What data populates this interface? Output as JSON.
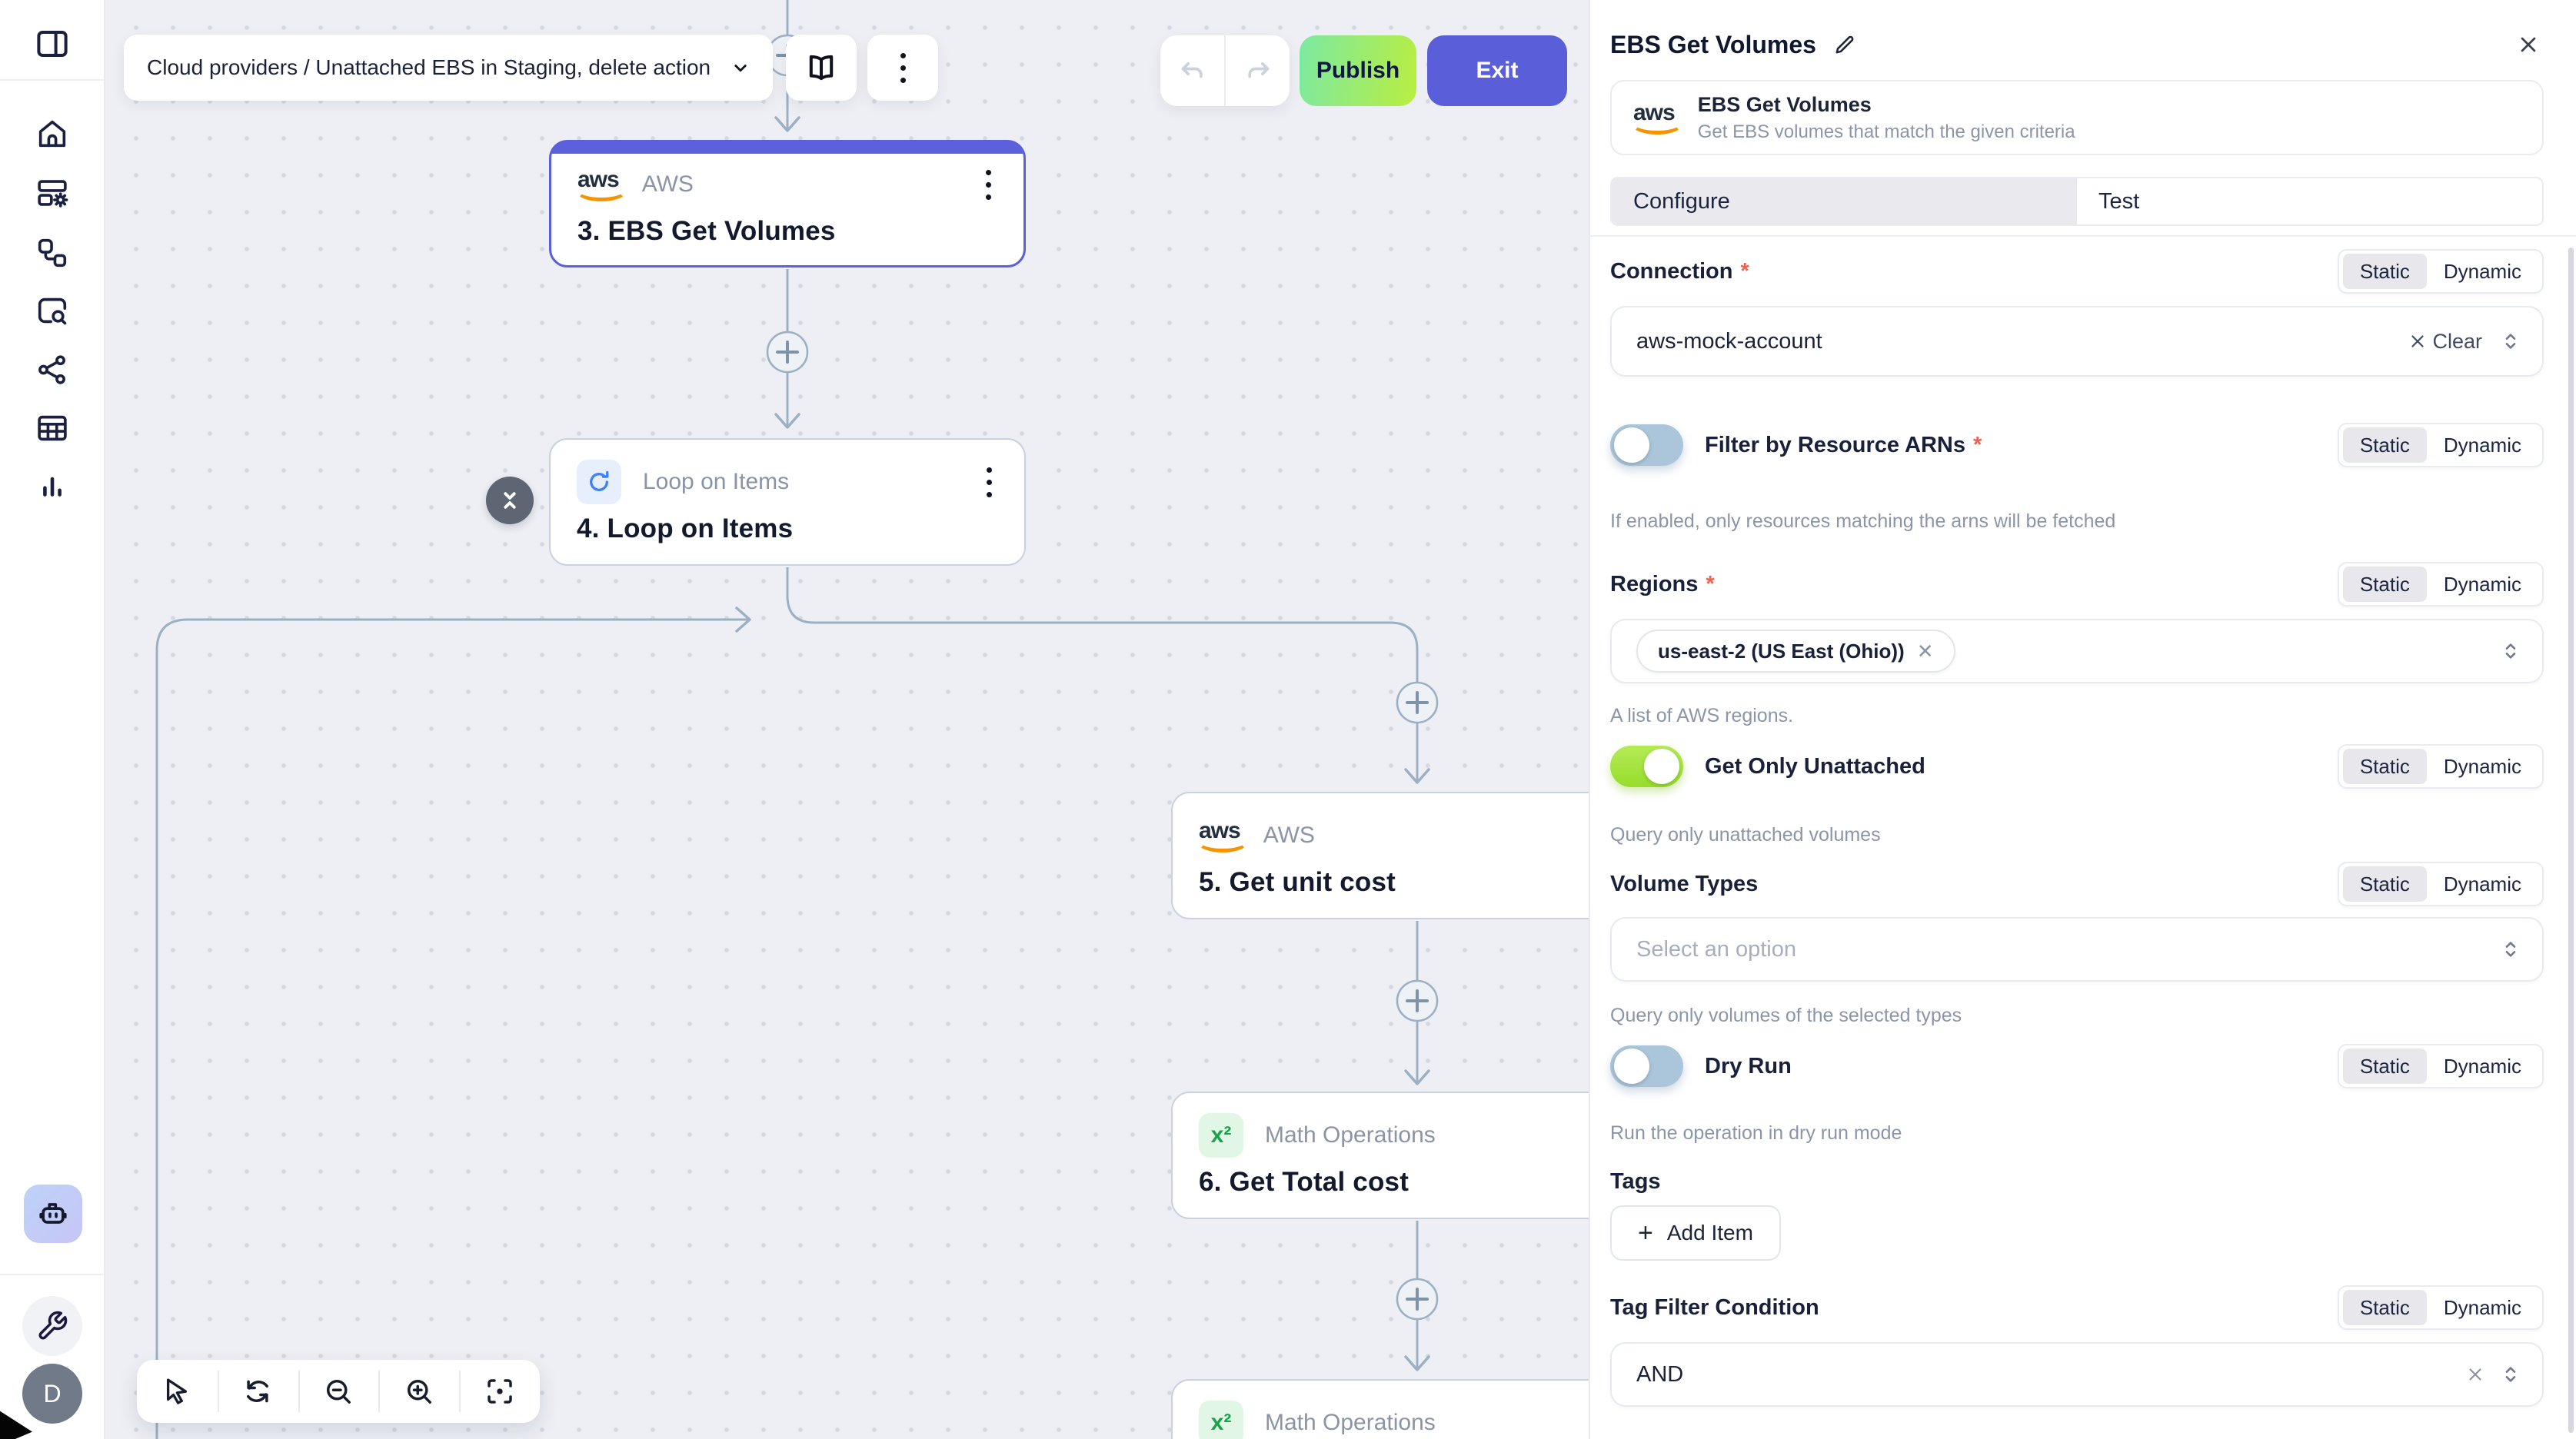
{
  "aws_logo_text": "aws",
  "topbar": {
    "breadcrumb_label": "Cloud providers / Unattached EBS in Staging, delete action",
    "publish_label": "Publish",
    "exit_label": "Exit"
  },
  "sidebar": {
    "avatar_initial": "D"
  },
  "canvas": {
    "math_icon_text": "x²",
    "nodes": {
      "ebs": {
        "app": "AWS",
        "title": "3. EBS Get Volumes"
      },
      "loop": {
        "app": "Loop on Items",
        "title": "4. Loop on Items"
      },
      "unit_cost": {
        "app": "AWS",
        "title": "5. Get unit cost"
      },
      "total_cost": {
        "app": "Math Operations",
        "title": "6. Get Total cost"
      },
      "partial": {
        "app": "Math Operations"
      }
    }
  },
  "panel": {
    "title": "EBS Get Volumes",
    "app_card": {
      "name": "EBS Get Volumes",
      "description": "Get EBS volumes that match the given criteria"
    },
    "tabs": {
      "configure": "Configure",
      "test": "Test"
    },
    "mode": {
      "static": "Static",
      "dynamic": "Dynamic"
    },
    "required_marker": "*",
    "fields": {
      "connection": {
        "label": "Connection",
        "value": "aws-mock-account",
        "clear_label": "Clear"
      },
      "filter_arns": {
        "label": "Filter by Resource ARNs",
        "helper": "If enabled, only resources matching the arns will be fetched"
      },
      "regions": {
        "label": "Regions",
        "selected": "us-east-2 (US East (Ohio))",
        "helper": "A list of AWS regions."
      },
      "get_only_unattached": {
        "label": "Get Only Unattached",
        "helper": "Query only unattached volumes"
      },
      "volume_types": {
        "label": "Volume Types",
        "placeholder": "Select an option",
        "helper": "Query only volumes of the selected types"
      },
      "dry_run": {
        "label": "Dry Run",
        "helper": "Run the operation in dry run mode"
      },
      "tags": {
        "label": "Tags",
        "plus": "+",
        "add_item_label": "Add Item"
      },
      "tag_filter_condition": {
        "label": "Tag Filter Condition",
        "value": "AND"
      }
    }
  },
  "colors": {
    "accent_indigo": "#5a5ed8",
    "selected_node_border": "#5c60dd",
    "publish_gradient_start": "#7ce9a3",
    "publish_gradient_end": "#b9ee3f",
    "toggle_on": "#a9e644",
    "toggle_off": "#abc5da",
    "edge": "#9cb0c4",
    "required_red": "#f0604d",
    "aws_orange": "#f59300"
  }
}
